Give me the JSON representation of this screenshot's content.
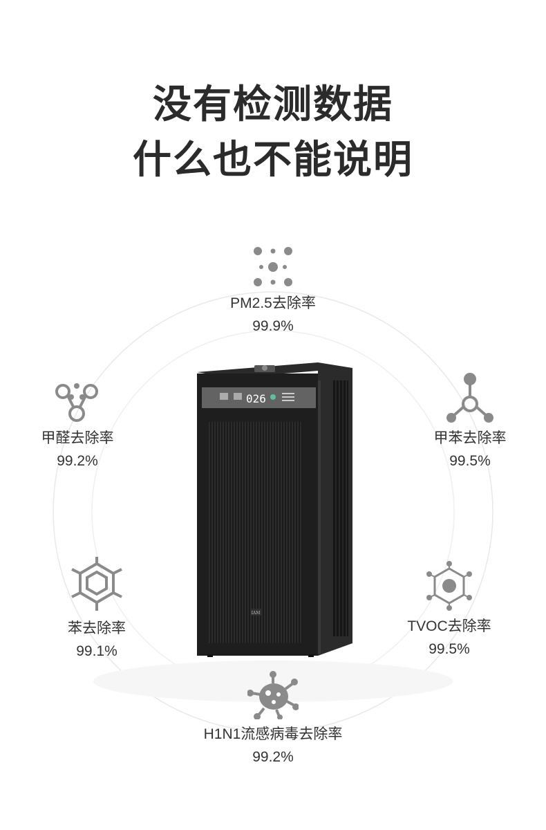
{
  "headline": {
    "line1": "没有检测数据",
    "line2": "什么也不能说明"
  },
  "device": {
    "display_value": "026",
    "badge": "IAM"
  },
  "stats": [
    {
      "icon": "particles-icon",
      "label": "PM2.5去除率",
      "value": "99.9%"
    },
    {
      "icon": "formaldehyde-molecule-icon",
      "label": "甲醛去除率",
      "value": "99.2%"
    },
    {
      "icon": "toluene-molecule-icon",
      "label": "甲苯去除率",
      "value": "99.5%"
    },
    {
      "icon": "benzene-ring-icon",
      "label": "苯去除率",
      "value": "99.1%"
    },
    {
      "icon": "tvoc-molecule-icon",
      "label": "TVOC去除率",
      "value": "99.5%"
    },
    {
      "icon": "virus-icon",
      "label": "H1N1流感病毒去除率",
      "value": "99.2%"
    }
  ],
  "colors": {
    "icon_gray": "#8a8a8a",
    "text": "#333333",
    "ring": "#e6e6e6",
    "device_body": "#1e1e1e"
  }
}
